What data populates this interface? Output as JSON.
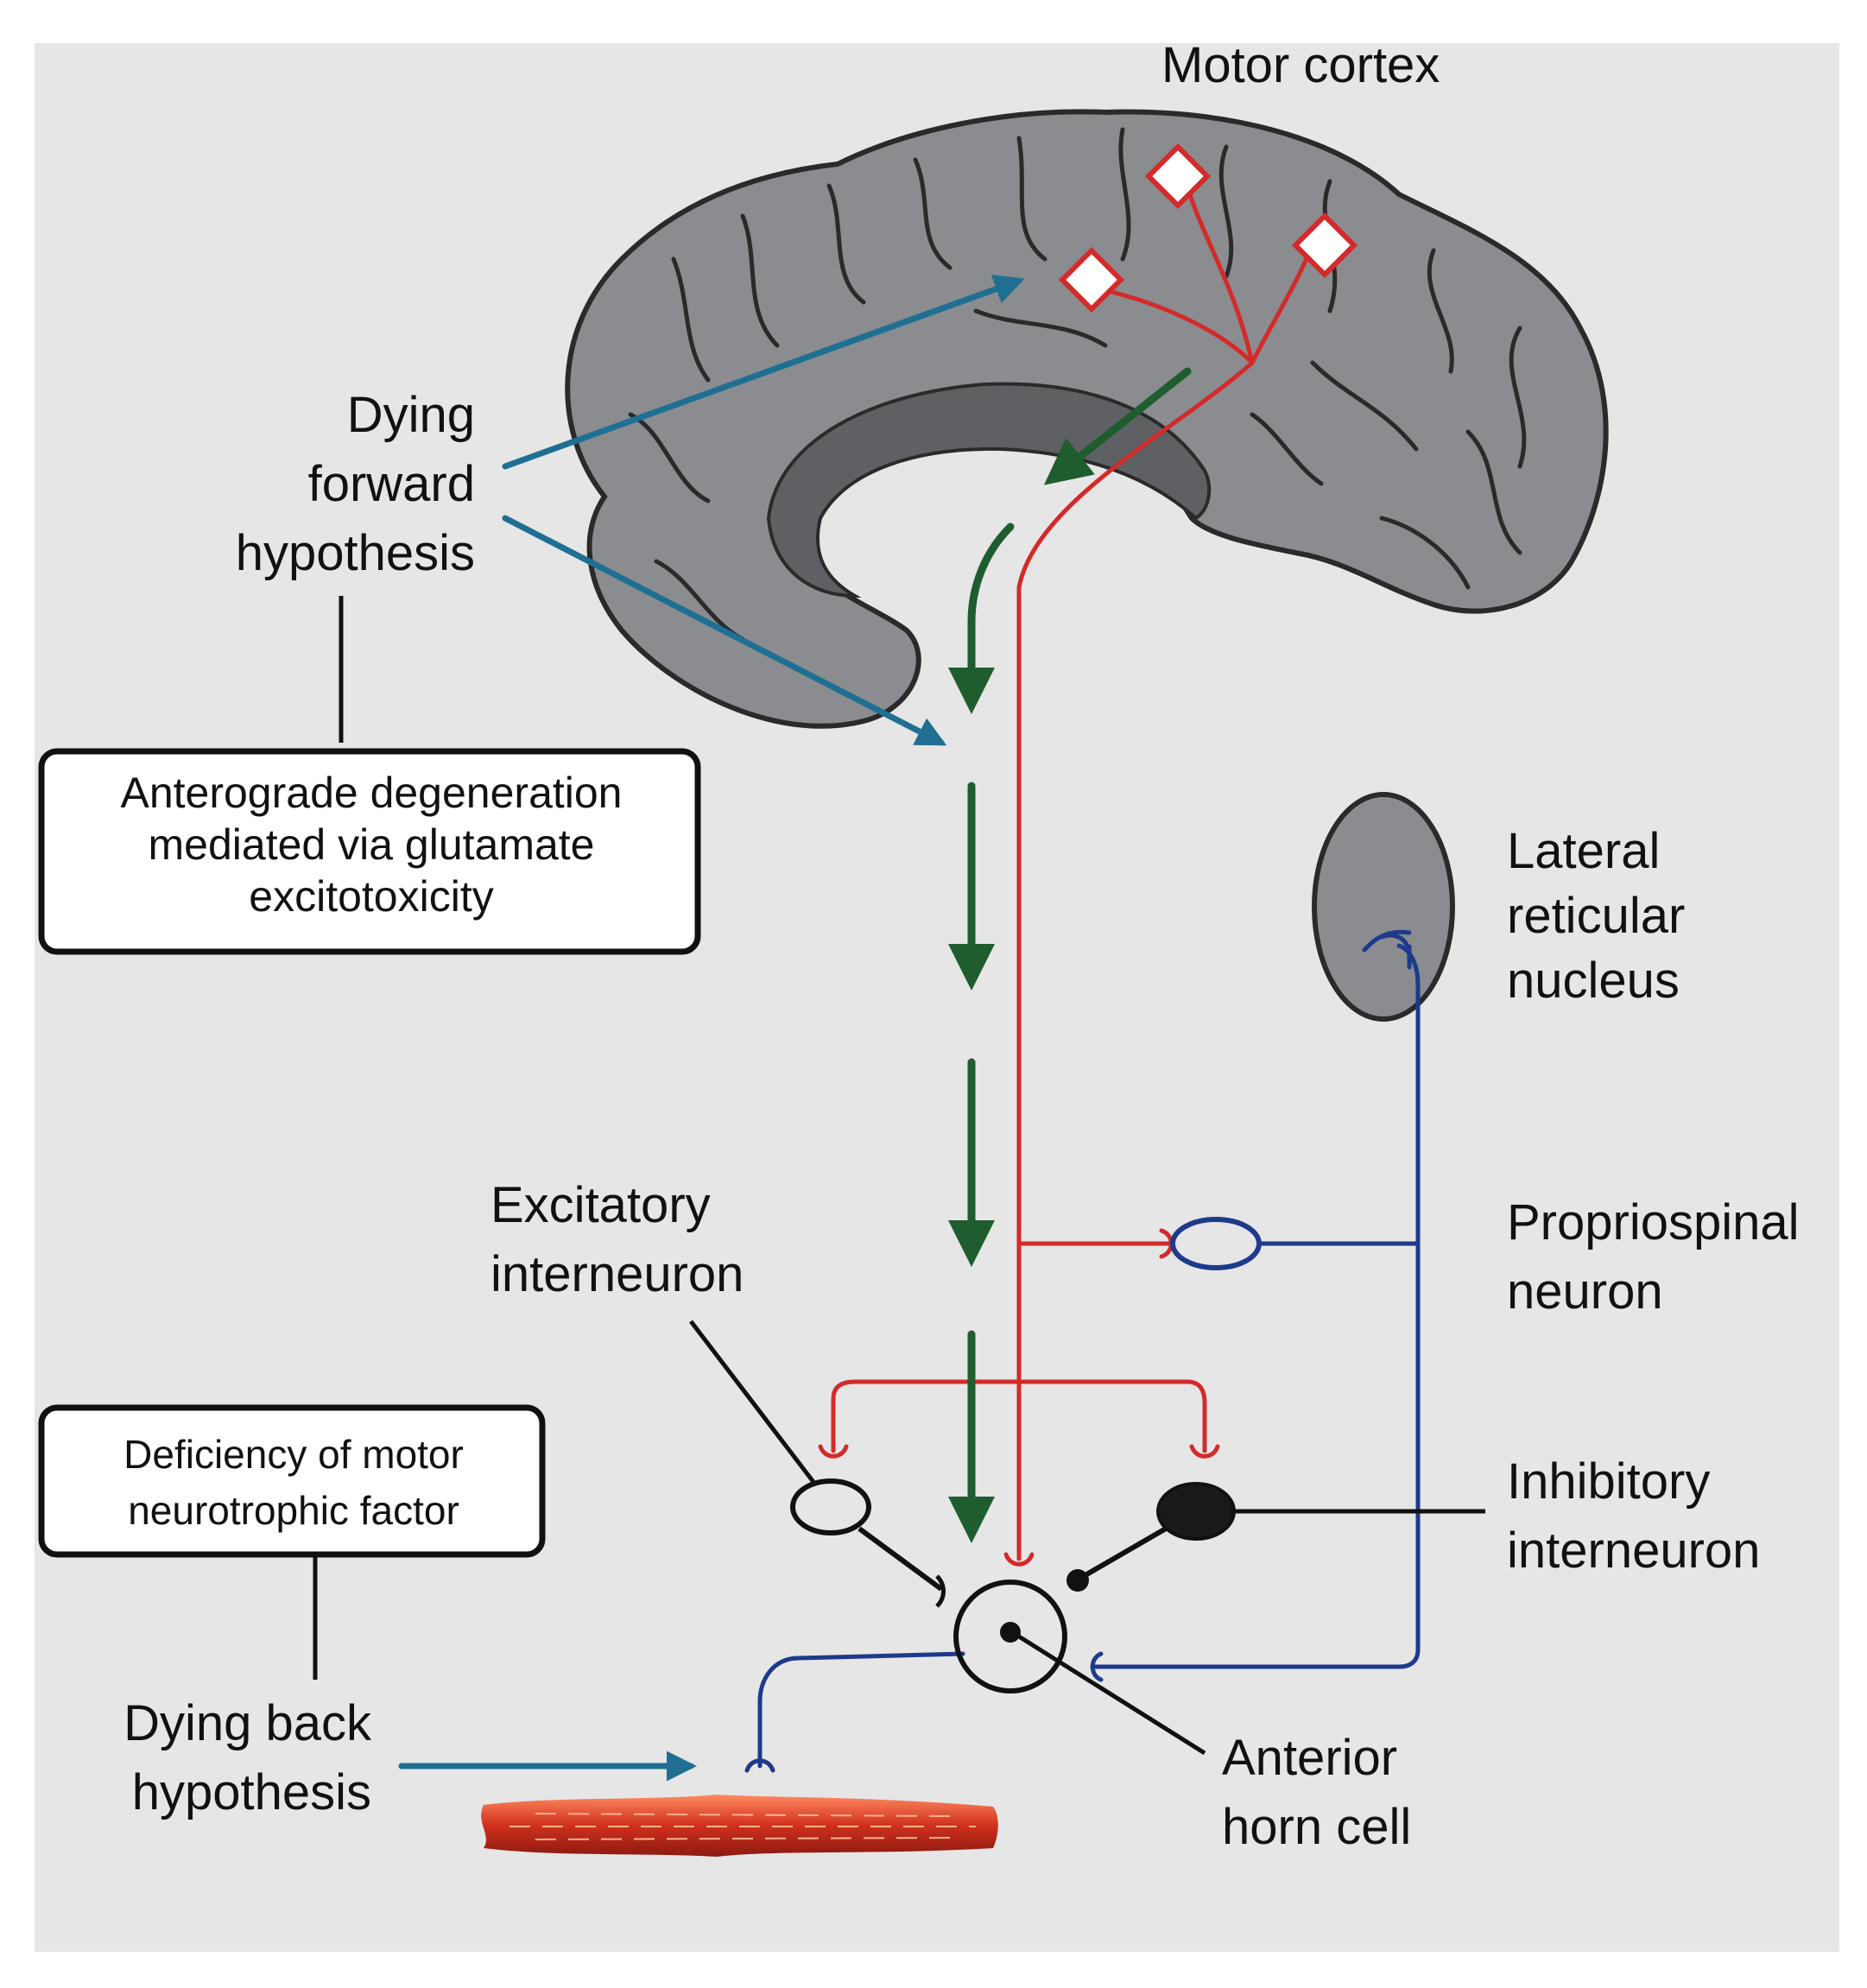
{
  "labels": {
    "motor_cortex": "Motor cortex",
    "dying_forward": [
      "Dying",
      "forward",
      "hypothesis"
    ],
    "anterograde_box": [
      "Anterograde degeneration",
      "mediated via glutamate",
      "excitotoxicity"
    ],
    "lateral_reticular": [
      "Lateral",
      "reticular",
      "nucleus"
    ],
    "excitatory": [
      "Excitatory",
      "interneuron"
    ],
    "propriospinal": [
      "Propriospinal",
      "neuron"
    ],
    "deficiency_box": [
      "Deficiency of motor",
      "neurotrophic factor"
    ],
    "inhibitory": [
      "Inhibitory",
      "interneuron"
    ],
    "dying_back": [
      "Dying back",
      "hypothesis"
    ],
    "anterior_horn": [
      "Anterior",
      "horn cell"
    ]
  },
  "colors": {
    "background": "#e6e6e6",
    "brain": "#8a8c90",
    "brain_dark": "#5e6064",
    "upper_motor_neuron": "#d42a2a",
    "lower_motor_neuron": "#1e3a8a",
    "degeneration_arrow": "#1f5c2e",
    "pointer_arrow": "#1f6f93",
    "muscle": "#d0301c"
  }
}
